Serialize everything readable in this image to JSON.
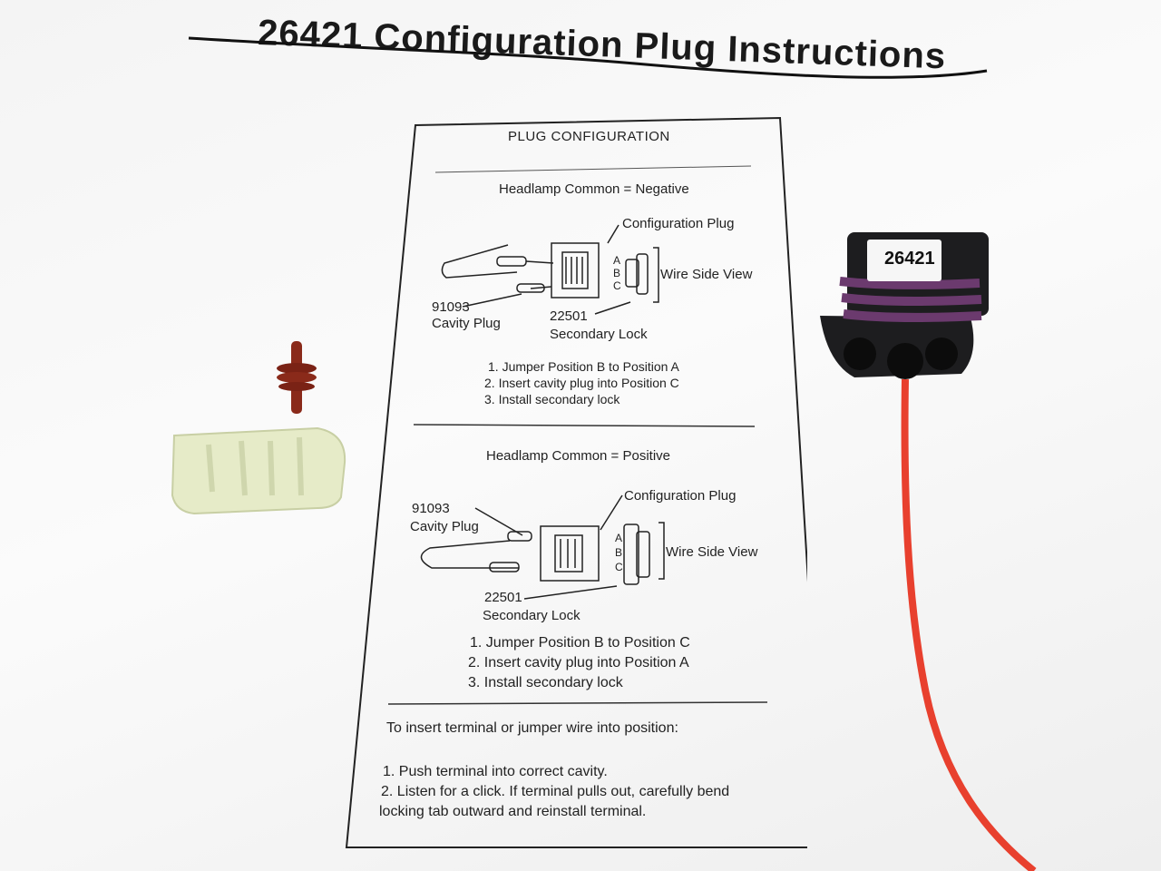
{
  "document": {
    "title": "26421 Configuration Plug Instructions",
    "panel_header": "PLUG CONFIGURATION",
    "negative": {
      "heading": "Headlamp Common = Negative",
      "config_plug_label": "Configuration Plug",
      "wire_side_label": "Wire Side View",
      "cavity_plug_part": "91093",
      "cavity_plug_label": "Cavity Plug",
      "secondary_lock_part": "22501",
      "secondary_lock_label": "Secondary Lock",
      "positions": [
        "A",
        "B",
        "C"
      ],
      "steps": [
        "1. Jumper Position B to Position A",
        "2. Insert cavity plug into Position C",
        "3. Install secondary lock"
      ]
    },
    "positive": {
      "heading": "Headlamp Common = Positive",
      "config_plug_label": "Configuration Plug",
      "wire_side_label": "Wire Side View",
      "cavity_plug_part": "91093",
      "cavity_plug_label": "Cavity Plug",
      "secondary_lock_part": "22501",
      "secondary_lock_label": "Secondary Lock",
      "positions": [
        "A",
        "B",
        "C"
      ],
      "steps": [
        "1. Jumper Position B to Position C",
        "2. Insert cavity plug into Position A",
        "3. Install secondary lock"
      ]
    },
    "terminal": {
      "heading": "To insert terminal or jumper wire into position:",
      "steps": [
        "1. Push terminal into correct cavity.",
        "2. Listen for a click. If terminal pulls out, carefully bend",
        "locking tab outward and reinstall terminal."
      ]
    }
  },
  "connector_label": "26421",
  "colors": {
    "wire": "#e8402e",
    "seal": "#6b3a6e",
    "cavity_plug": "#8a2a1a",
    "secondary_lock": "#e6ebc8",
    "connector_body": "#1d1d1f"
  }
}
